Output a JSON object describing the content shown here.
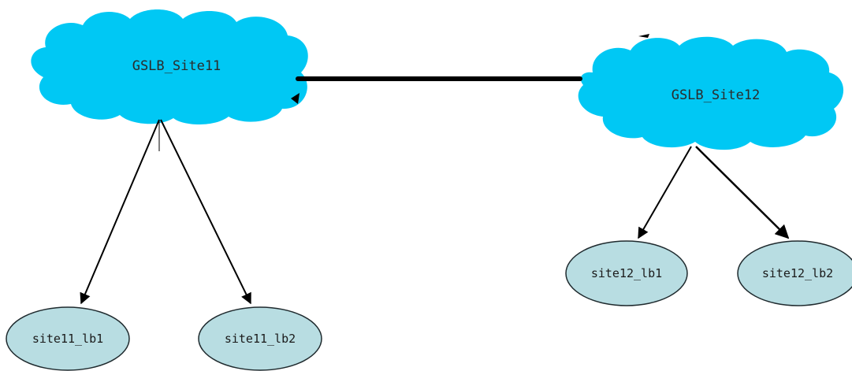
{
  "clouds": [
    {
      "id": "site11",
      "label": "GSLB_Site11"
    },
    {
      "id": "site12",
      "label": "GSLB_Site12"
    }
  ],
  "nodes": [
    {
      "id": "site11_lb1",
      "label": "site11_lb1"
    },
    {
      "id": "site11_lb2",
      "label": "site11_lb2"
    },
    {
      "id": "site12_lb1",
      "label": "site12_lb1"
    },
    {
      "id": "site12_lb2",
      "label": "site12_lb2"
    }
  ],
  "colors": {
    "cloud_fill": "#00c8f4",
    "node_fill": "#b8dde2",
    "node_stroke": "#1f2a2e",
    "edge": "#000000"
  }
}
